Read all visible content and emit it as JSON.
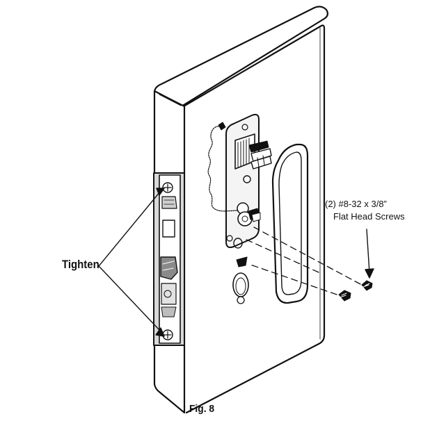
{
  "labels": {
    "tighten": "Tighten",
    "screws_line1": "(2) #8-32 x 3/8”",
    "screws_line2": "Flat Head Screws",
    "figure": "Fig. 8"
  },
  "colors": {
    "ink": "#111111",
    "paper": "#ffffff",
    "plate_fill": "#f4f4f4",
    "mortise_fill": "#bdbdbd"
  }
}
